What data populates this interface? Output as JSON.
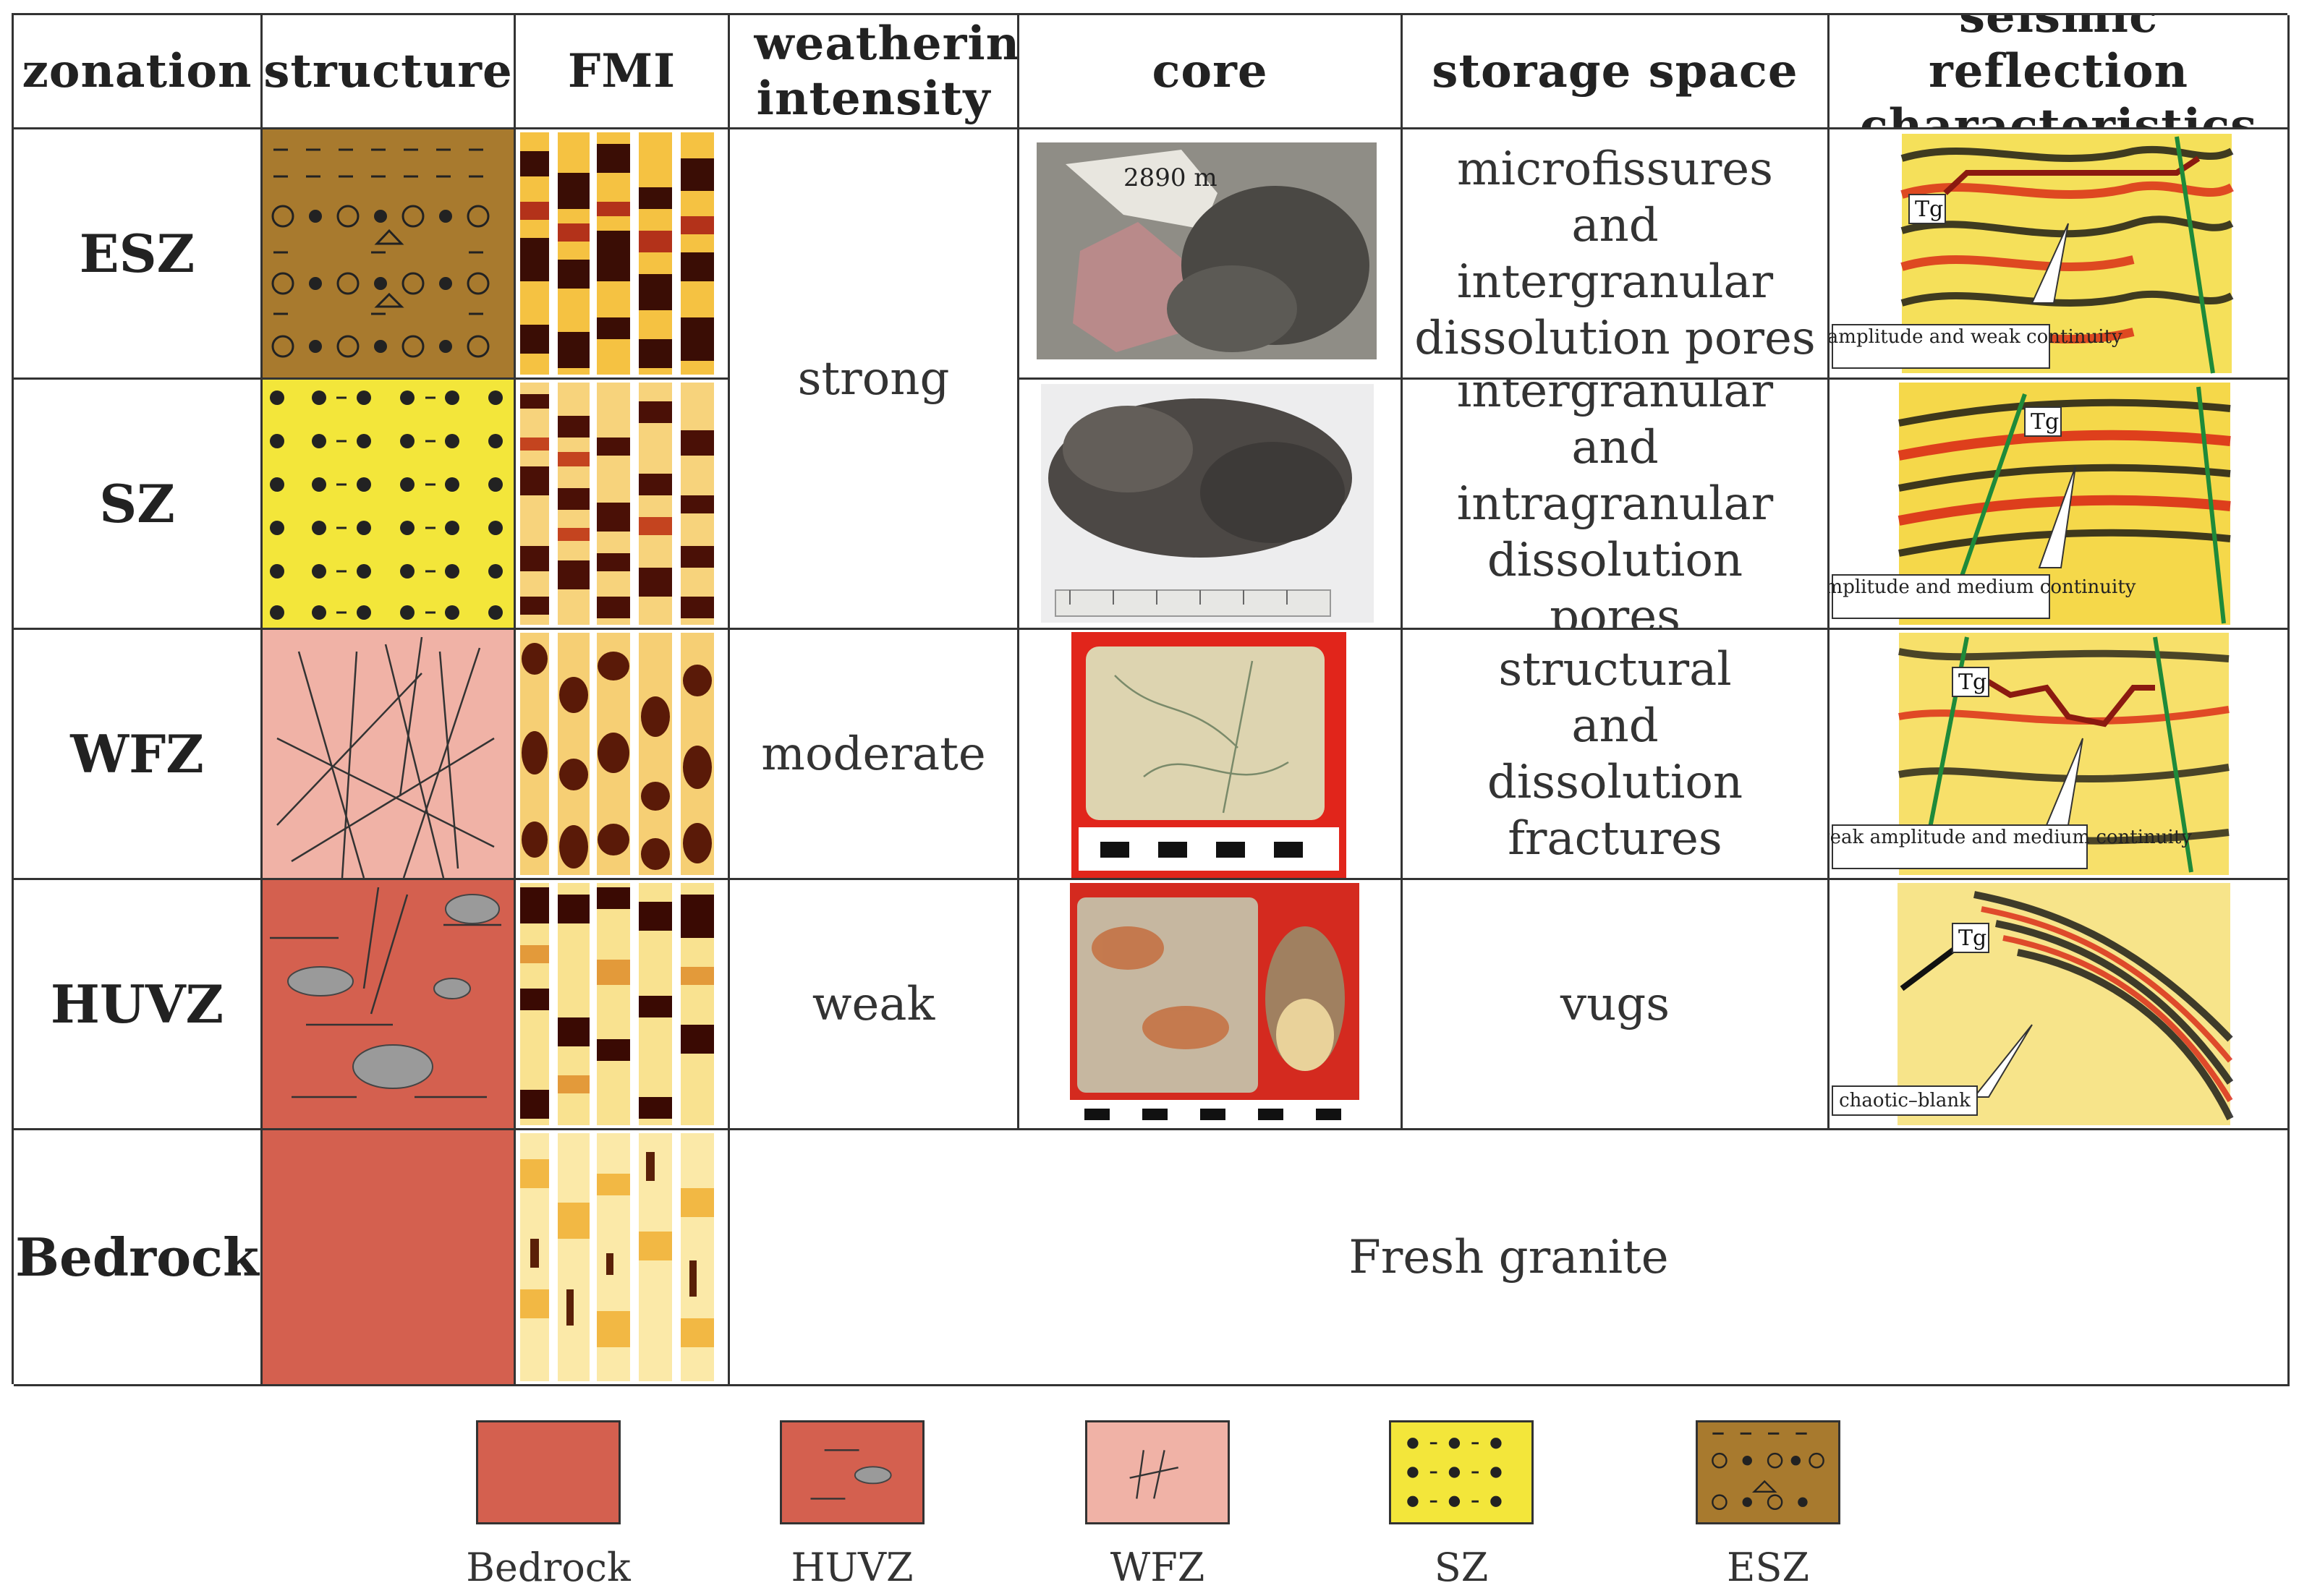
{
  "headers": {
    "zonation": "zonation",
    "structure": "structure",
    "fmi": "FMI",
    "weathering": "weathering intensity",
    "core": "core",
    "storage": "storage space",
    "seismic": "seismic reflection characteristics"
  },
  "rows": [
    {
      "zone": "ESZ",
      "storage": "microfissures and intergranular dissolution pores",
      "seismic_note": "strong amplitude and weak continuity",
      "core_label": "2890 m"
    },
    {
      "zone": "SZ",
      "storage": "intergranular and intragranular dissolution pores",
      "seismic_note": "strong amplitude and medium continuity"
    },
    {
      "zone": "WFZ",
      "storage": "structural and dissolution fractures",
      "seismic_note": "medium–weak amplitude and medium continuity"
    },
    {
      "zone": "HUVZ",
      "storage": "vugs",
      "seismic_note": "chaotic–blank"
    },
    {
      "zone": "Bedrock"
    }
  ],
  "weathering": {
    "strong": "strong",
    "moderate": "moderate",
    "weak": "weak"
  },
  "bedrock_note": "Fresh granite",
  "tg_label": "Tg",
  "legend": [
    "Bedrock",
    "HUVZ",
    "WFZ",
    "SZ",
    "ESZ"
  ],
  "colors": {
    "bedrock": "#d4604f",
    "huvz": "#d4604f",
    "wfz": "#f0b2a6",
    "sz": "#f3e63a",
    "esz": "#a87a2e",
    "vug": "#9a9a9a"
  }
}
